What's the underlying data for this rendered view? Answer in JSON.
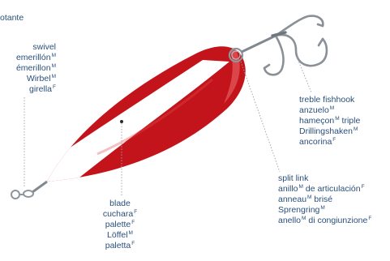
{
  "title_fragment": "otante",
  "labels": {
    "swivel": [
      {
        "text": "swivel",
        "gender": ""
      },
      {
        "text": "emerillón",
        "gender": "M"
      },
      {
        "text": "émerillon",
        "gender": "M"
      },
      {
        "text": "Wirbel",
        "gender": "M"
      },
      {
        "text": "girella",
        "gender": "F"
      }
    ],
    "treble_hook": [
      {
        "text": "treble fishhook",
        "gender": ""
      },
      {
        "text": "anzuelo",
        "gender": "M"
      },
      {
        "text": "hameçon",
        "gender": "M",
        "suffix": " triple"
      },
      {
        "text": "Drillingshaken",
        "gender": "M"
      },
      {
        "text": "ancorina",
        "gender": "F"
      }
    ],
    "split_link": [
      {
        "text": "split link",
        "gender": ""
      },
      {
        "text": "anillo",
        "gender": "M",
        "suffix": " de articulación",
        "suffix_gender": "F"
      },
      {
        "text": "anneau",
        "gender": "M",
        "suffix": " brisé"
      },
      {
        "text": "Sprengring",
        "gender": "M"
      },
      {
        "text": "anello",
        "gender": "M",
        "suffix": " di congiunzione",
        "suffix_gender": "F"
      }
    ],
    "blade": [
      {
        "text": "blade",
        "gender": ""
      },
      {
        "text": "cuchara",
        "gender": "F"
      },
      {
        "text": "palette",
        "gender": "F"
      },
      {
        "text": "Löffel",
        "gender": "M"
      },
      {
        "text": "paletta",
        "gender": "F"
      }
    ]
  },
  "colors": {
    "label_text": "#2a4f7a",
    "spoon_red": "#c4141b",
    "spoon_white": "#ffffff",
    "metal": "#8e959c",
    "leader_line": "#9aa0a6"
  }
}
